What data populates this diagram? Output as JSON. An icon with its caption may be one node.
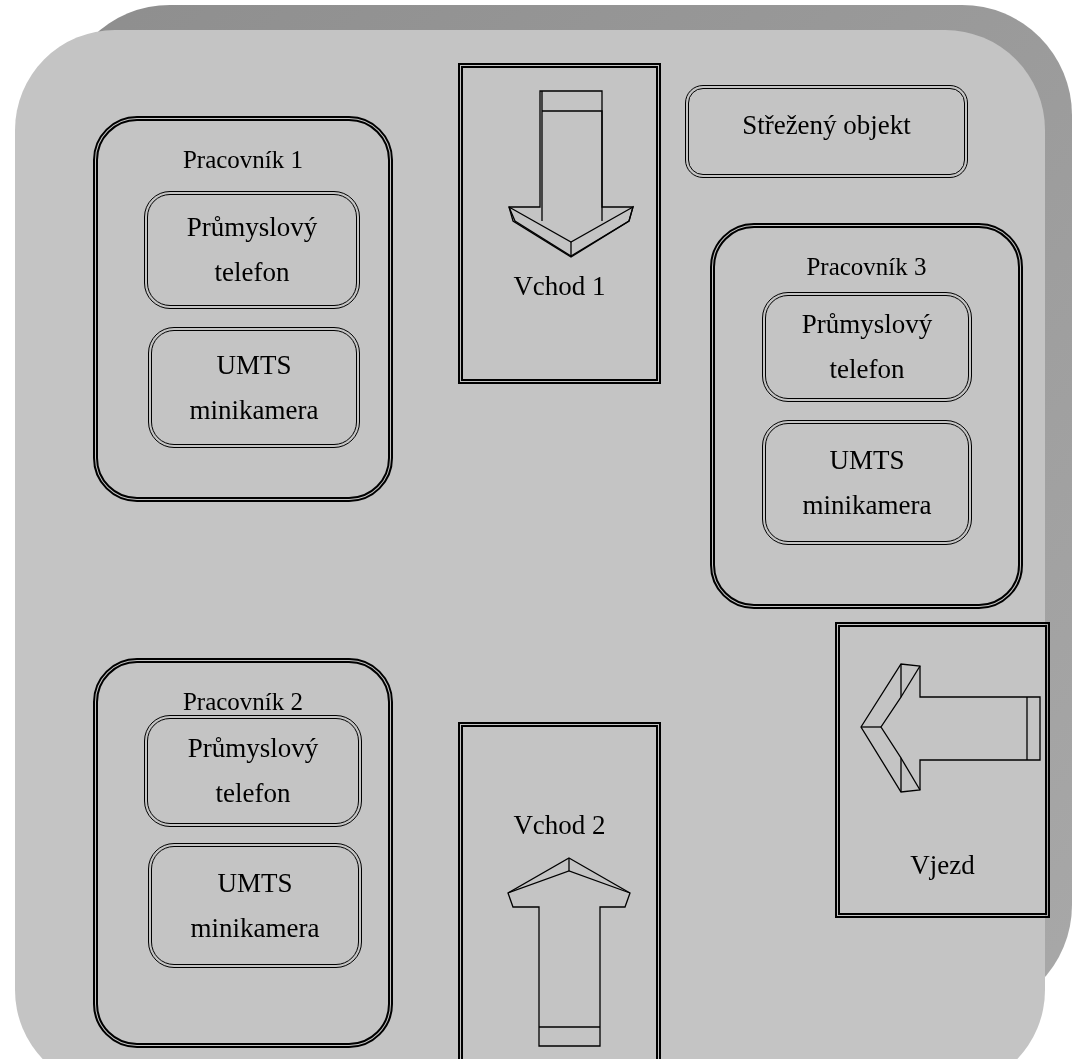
{
  "diagram": {
    "nodes": [
      {
        "text": [
          "Pracovník 1"
        ]
      },
      {
        "text": [
          "Průmyslový telefon"
        ],
        "in": 0
      },
      {
        "text": [
          "UMTS minikamera"
        ],
        "in": 0
      },
      {
        "text": [
          "Vchod 1"
        ]
      },
      {
        "text": [
          "Střežený objekt"
        ]
      },
      {
        "text": [
          "Pracovník 3"
        ]
      },
      {
        "text": [
          "Průmyslový telefon"
        ],
        "in": 5
      },
      {
        "text": [
          "UMTS minikamera"
        ],
        "in": 5
      },
      {
        "text": [
          "Pracovník 2"
        ]
      },
      {
        "text": [
          "Průmyslový telefon"
        ],
        "in": 8
      },
      {
        "text": [
          "UMTS minikamera"
        ],
        "in": 8
      },
      {
        "text": [
          "Vchod 2"
        ]
      },
      {
        "text": [
          "Vjezd"
        ]
      }
    ]
  }
}
